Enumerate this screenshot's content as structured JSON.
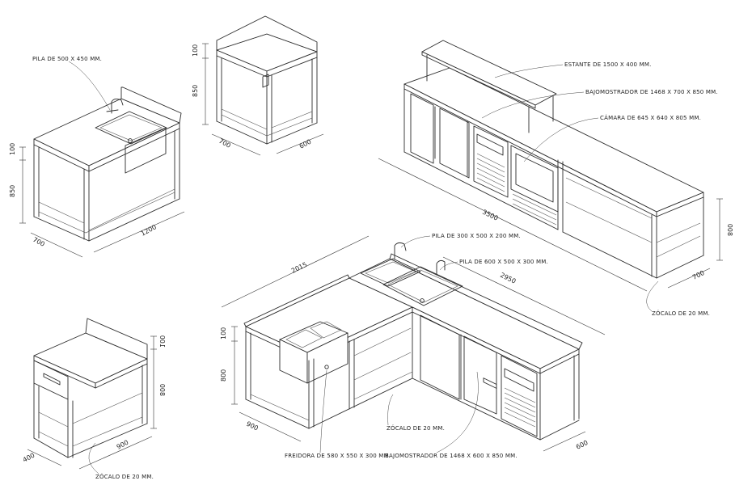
{
  "labels": {
    "pila_500": "PILA DE 500 X 450 MM.",
    "estante": "ESTANTE DE 1500 X 400 MM.",
    "bajomostrador_1468_700": "BAJOMOSTRADOR DE 1468 X 700 X 850 MM.",
    "camara": "CÁMARA DE 645 X 640 X 805 MM.",
    "zocalo_right": "ZÓCALO DE 20 MM.",
    "pila_300": "PILA DE 300 X 500 X 200 MM.",
    "pila_600": "PILA DE 600 X 500 X 300 MM.",
    "zocalo_center": "ZÓCALO DE 20 MM.",
    "freidora": "FREIDORA DE 580 X 550 X 300 MM.",
    "bajomostrador_1468_600": "BAJOMOSTRADOR DE 1468 X 600 X 850 MM.",
    "zocalo_left": "ZÓCALO DE 20 MM."
  },
  "dims": {
    "d1_100": "100",
    "d1_850": "850",
    "d1_700": "700",
    "d1_1200": "1200",
    "d2_100": "100",
    "d2_850": "850",
    "d2_700": "700",
    "d2_600": "600",
    "d3_3500": "3500",
    "d3_800": "800",
    "d3_700": "700",
    "d4_2015": "2015",
    "d4_2950": "2950",
    "d4_100": "100",
    "d4_800": "800",
    "d4_900": "900",
    "d4_600": "600",
    "d5_100": "100",
    "d5_800": "800",
    "d5_400": "400",
    "d5_900": "900"
  }
}
